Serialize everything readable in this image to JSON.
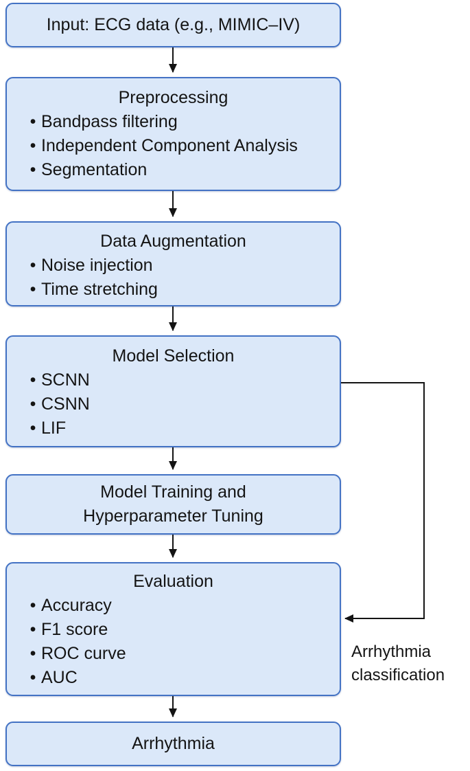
{
  "diagram": {
    "bullet_glyph": "•",
    "colors": {
      "node_fill": "#dbe8f9",
      "node_border": "#4372c4",
      "arrow": "#141414",
      "text": "#141414",
      "background": "#ffffff"
    },
    "nodes": {
      "input": {
        "title": "Input: ECG data (e.g., MIMIC–IV)"
      },
      "preprocessing": {
        "title": "Preprocessing",
        "bullets": [
          "Bandpass filtering",
          "Independent Component Analysis",
          "Segmentation"
        ]
      },
      "augmentation": {
        "title": "Data Augmentation",
        "bullets": [
          "Noise injection",
          "Time stretching"
        ]
      },
      "model_selection": {
        "title": "Model Selection",
        "bullets": [
          "SCNN",
          "CSNN",
          "LIF"
        ]
      },
      "training": {
        "title_line1": "Model Training and",
        "title_line2": "Hyperparameter Tuning"
      },
      "evaluation": {
        "title": "Evaluation",
        "bullets": [
          "Accuracy",
          "F1 score",
          "ROC curve",
          "AUC"
        ]
      },
      "output": {
        "title": "Arrhythmia"
      }
    },
    "feedback_edge": {
      "from": "Model Selection",
      "to": "Evaluation",
      "label_line1": "Arrhythmia",
      "label_line2": "classification"
    }
  }
}
